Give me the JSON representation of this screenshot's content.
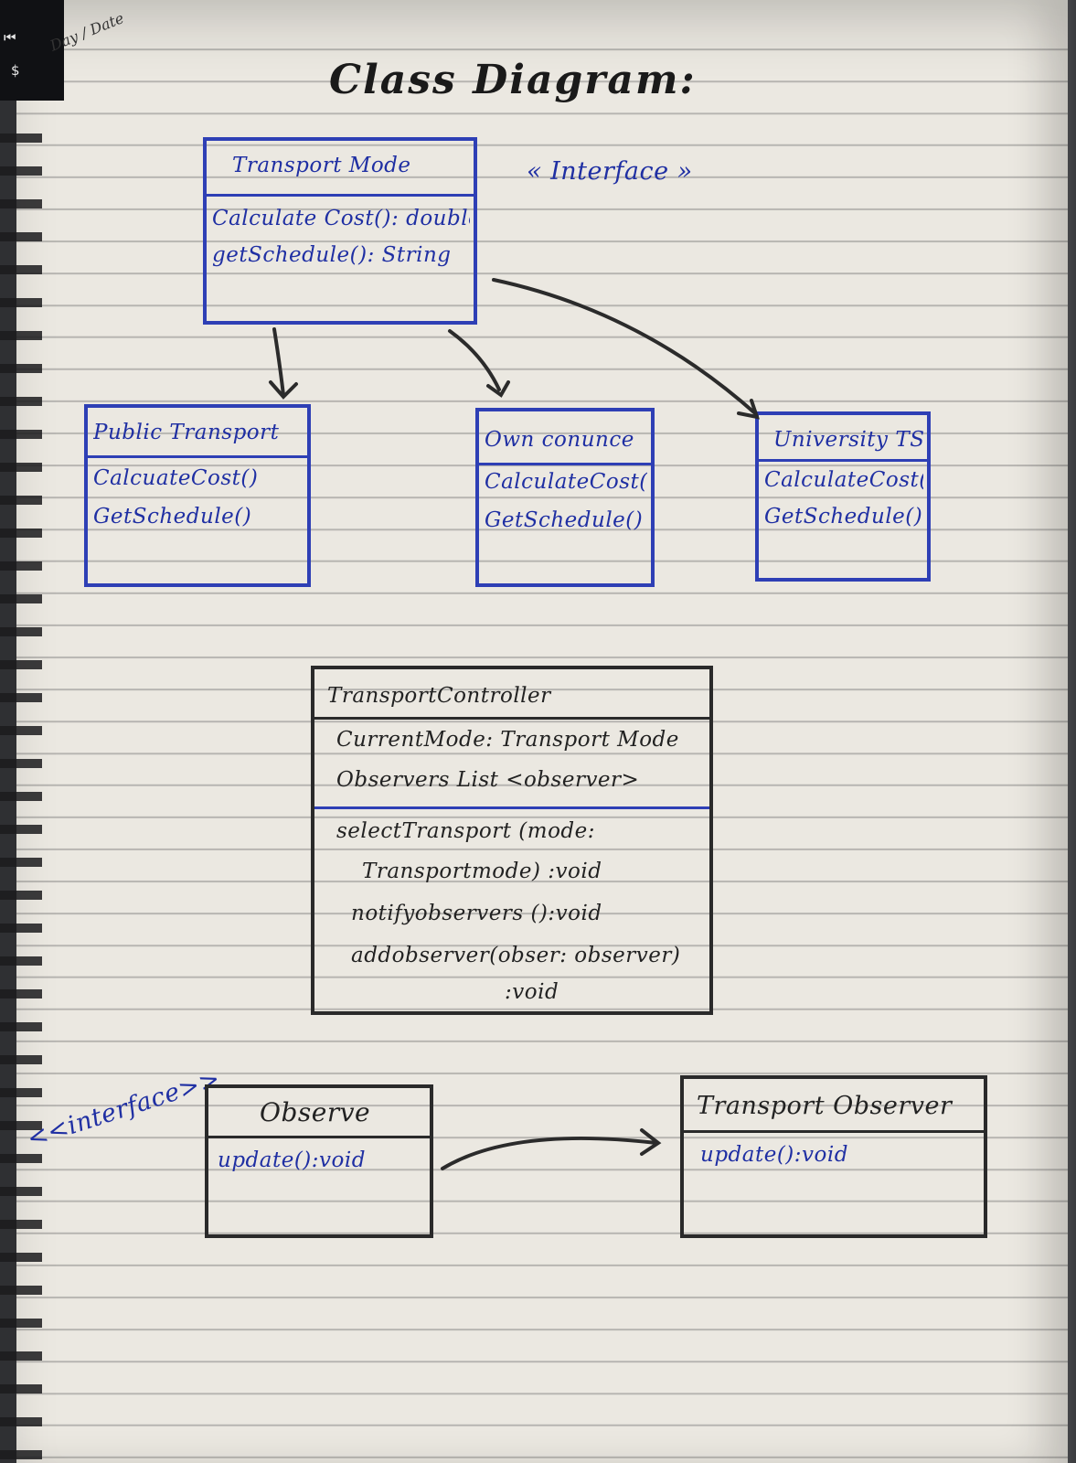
{
  "corner": {
    "key1": "⏮",
    "key2": "$"
  },
  "header": {
    "day_date": "Day / Date"
  },
  "title": "Class Diagram:",
  "interface_label_top": "« Interface »",
  "interface_label_bottom": "<<interface>>",
  "classes": {
    "transport_mode": {
      "name": "Transport Mode",
      "methods": [
        "Calculate Cost(): double",
        "getSchedule(): String"
      ]
    },
    "public_transport": {
      "name": "Public Transport",
      "methods": [
        "CalcuateCost()",
        "GetSchedule()"
      ]
    },
    "own_conveyance": {
      "name": "Own conunce",
      "methods": [
        "CalculateCost()",
        "GetSchedule()"
      ]
    },
    "university_tsp": {
      "name": "University TSP",
      "methods": [
        "CalculateCost()",
        "GetSchedule()"
      ]
    },
    "transport_controller": {
      "name": "TransportController",
      "attributes": [
        "CurrentMode: Transport Mode",
        "Observers List <observer>"
      ],
      "methods": [
        "selectTransport (mode:",
        "Transportmode) :void",
        "notifyobservers ():void",
        "addobserver(obser: observer)",
        ":void"
      ]
    },
    "observer": {
      "name": "Observe",
      "methods": [
        "update():void"
      ]
    },
    "transport_observer": {
      "name": "Transport Observer",
      "methods": [
        "update():void"
      ]
    }
  }
}
